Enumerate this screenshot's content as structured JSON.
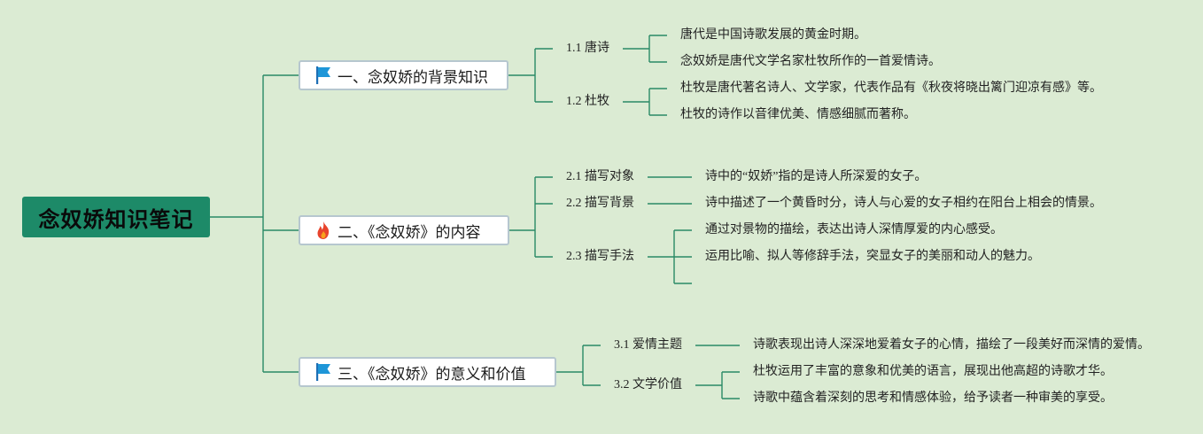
{
  "root": {
    "title": "念奴娇知识笔记"
  },
  "colors": {
    "background": "#dbebd3",
    "root_fill": "#1d8a68",
    "connector": "#2a8a66",
    "branch_border": "#b6c7cf",
    "flag": "#1e96d8",
    "fire": "#e8442c"
  },
  "branches": [
    {
      "label": "一、念奴娇的背景知识",
      "icon": "blue-flag-icon",
      "subs": [
        {
          "label": "1.1 唐诗",
          "leaves": [
            "唐代是中国诗歌发展的黄金时期。",
            "念奴娇是唐代文学名家杜牧所作的一首爱情诗。"
          ]
        },
        {
          "label": "1.2 杜牧",
          "leaves": [
            "杜牧是唐代著名诗人、文学家，代表作品有《秋夜将晓出篱门迎凉有感》等。",
            "杜牧的诗作以音律优美、情感细腻而著称。"
          ]
        }
      ]
    },
    {
      "label": "二、《念奴娇》的内容",
      "icon": "fire-icon",
      "subs": [
        {
          "label": "2.1 描写对象",
          "leaves": [
            "诗中的“奴娇”指的是诗人所深爱的女子。"
          ]
        },
        {
          "label": "2.2 描写背景",
          "leaves": [
            "诗中描述了一个黄昏时分，诗人与心爱的女子相约在阳台上相会的情景。"
          ]
        },
        {
          "label": "2.3 描写手法",
          "leaves": [
            "通过对景物的描绘，表达出诗人深情厚爱的内心感受。",
            "运用比喻、拟人等修辞手法，突显女子的美丽和动人的魅力。",
            ""
          ]
        }
      ]
    },
    {
      "label": "三、《念奴娇》的意义和价值",
      "icon": "blue-flag-icon",
      "subs": [
        {
          "label": "3.1 爱情主题",
          "leaves": [
            "诗歌表现出诗人深深地爱着女子的心情，描绘了一段美好而深情的爱情。"
          ]
        },
        {
          "label": "3.2 文学价值",
          "leaves": [
            "杜牧运用了丰富的意象和优美的语言，展现出他高超的诗歌才华。",
            "诗歌中蕴含着深刻的思考和情感体验，给予读者一种审美的享受。"
          ]
        }
      ]
    }
  ]
}
